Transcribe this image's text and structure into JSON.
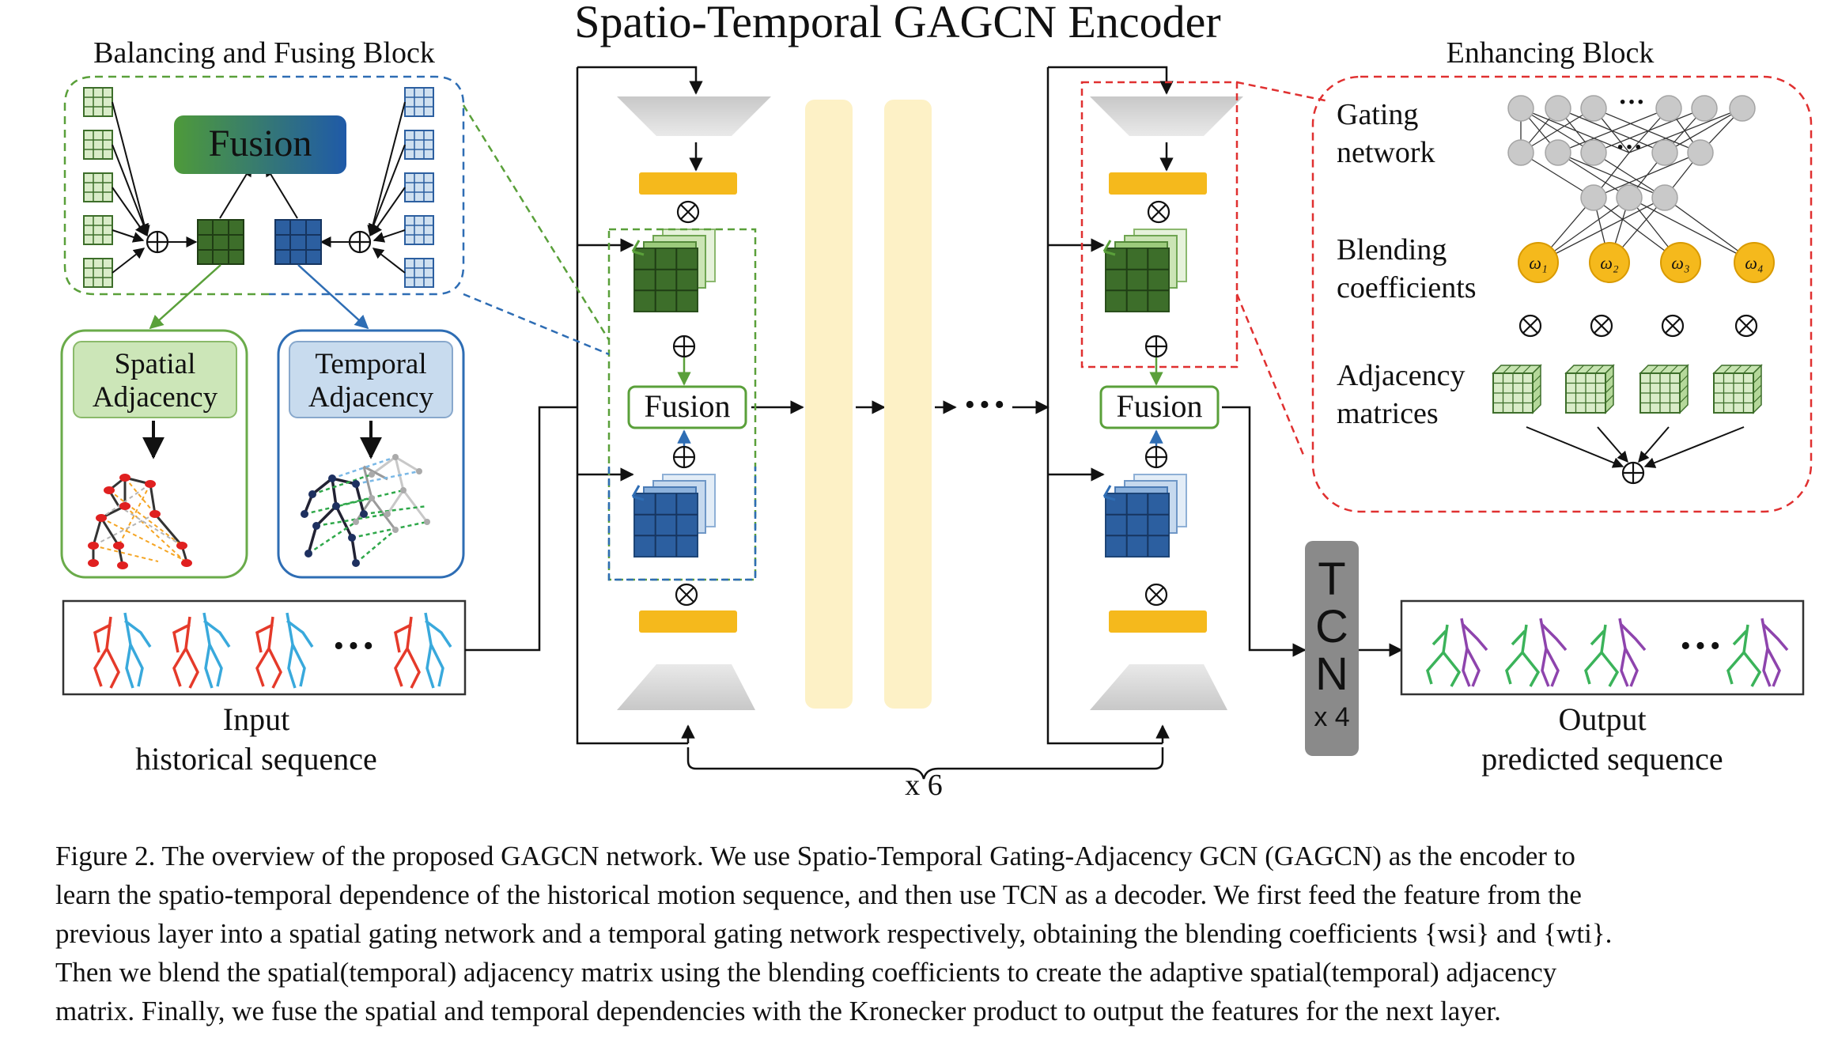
{
  "title": "Spatio-Temporal GAGCN Encoder",
  "balancing_block": {
    "title": "Balancing and Fusing Block",
    "fusion": "Fusion",
    "spatial_line1": "Spatial",
    "spatial_line2": "Adjacency",
    "temporal_line1": "Temporal",
    "temporal_line2": "Adjacency"
  },
  "input": {
    "line1": "Input",
    "line2": "historical sequence",
    "ellipsis": "···"
  },
  "encoder": {
    "fusion_left": "Fusion",
    "fusion_right": "Fusion",
    "ellipsis": "···",
    "repeat": "x 6",
    "otimes": "⊗",
    "oplus": "⊕"
  },
  "tcn": {
    "letters": [
      "T",
      "C",
      "N"
    ],
    "repeat": "x 4"
  },
  "output": {
    "line1": "Output",
    "line2": "predicted sequence",
    "ellipsis": "···"
  },
  "enhancing_block": {
    "title": "Enhancing Block",
    "gating_line1": "Gating",
    "gating_line2": "network",
    "blending_line1": "Blending",
    "blending_line2": "coefficients",
    "adjacency_line1": "Adjacency",
    "adjacency_line2": "matrices",
    "omegas": [
      "ω₁",
      "ω₂",
      "ω₃",
      "ω₄"
    ],
    "dots": "···"
  },
  "caption": {
    "lines": [
      "Figure 2. The overview of the proposed GAGCN network. We use Spatio-Temporal Gating-Adjacency GCN (GAGCN) as the encoder to",
      "learn the spatio-temporal dependence of the historical motion sequence, and then use TCN as a decoder. We first feed the feature from the",
      "previous layer into a spatial gating network and a temporal gating network respectively, obtaining the blending coefficients {wsi} and {wti}.",
      "Then we blend the spatial(temporal) adjacency matrix using the blending coefficients to create the adaptive spatial(temporal) adjacency",
      "matrix. Finally, we fuse the spatial and temporal dependencies with the Kronecker product to output the features for the next layer."
    ]
  },
  "colors": {
    "green_dark": "#3d6e2a",
    "green_light": "#d9ecc8",
    "blue_dark": "#2c5fa0",
    "blue_light": "#cfe0f0",
    "orange": "#f5b91c",
    "pale_yellow": "#fdf1c6",
    "red_dash": "#e03030",
    "grey_tcn": "#8a8a8a"
  }
}
